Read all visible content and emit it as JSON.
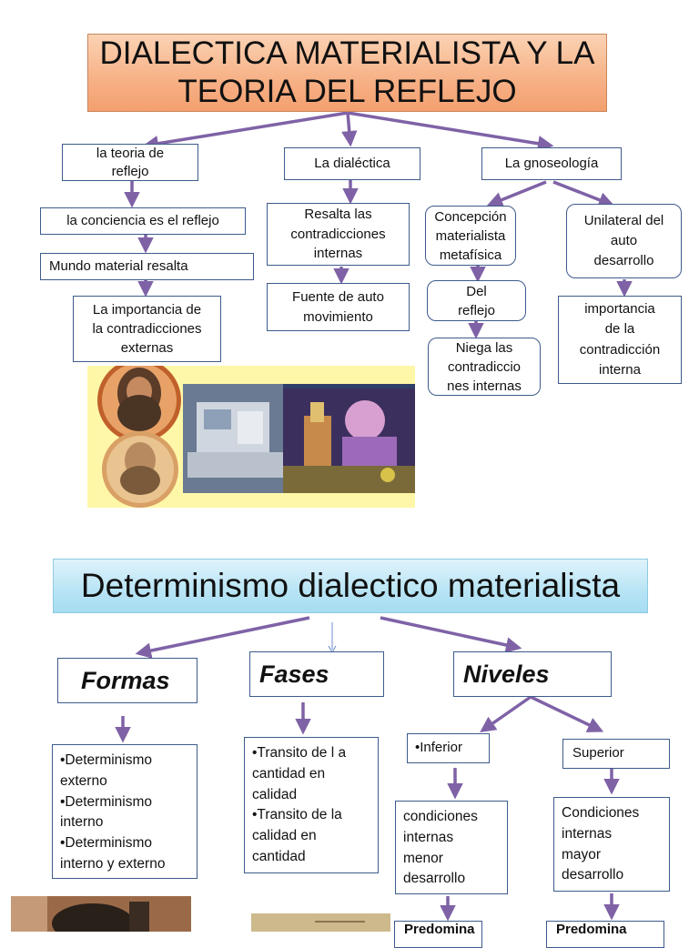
{
  "map1": {
    "title": "DIALECTICA MATERIALISTA Y LA\nTEORIA  DEL REFLEJO",
    "branches": {
      "teoria_reflejo": "la teoria  de\nreflejo",
      "dialectica": "La dialéctica",
      "gnoseologia": "La gnoseología"
    },
    "conciencia": "la  conciencia es el reflejo",
    "mundo": "Mundo material resalta",
    "importancia_externas": "La importancia  de\nla contradicciones\nexternas",
    "resalta": "Resalta las\ncontradicciones\ninternas",
    "fuente": "Fuente de auto\nmovimiento",
    "concepcion": "Concepción\nmaterialista\nmetafísica",
    "del_reflejo": "Del\nreflejo",
    "niega": "Niega las\ncontradiccio\nnes internas",
    "unilateral": "Unilateral del\nauto\ndesarrollo",
    "importancia_interna": "importancia\nde la\ncontradicción\ninterna"
  },
  "map2": {
    "title": "Determinismo dialectico materialista",
    "formas": "Formas",
    "fases": "Fases",
    "niveles": "Niveles",
    "formas_list": "•Determinismo\nexterno\n•Determinismo\ninterno\n•Determinismo\ninterno y externo",
    "fases_list": "•Transito de l a\ncantidad en\ncalidad\n•Transito de la\ncalidad en\ncantidad",
    "inferior": "•Inferior",
    "superior": "Superior",
    "cond_menor": "condiciones\ninternas\nmenor\ndesarrollo",
    "cond_mayor": "Condiciones\ninternas\nmayor\ndesarrollo",
    "predomina_left": "Predomina",
    "predomina_right": "Predomina"
  },
  "colors": {
    "arrow": "#7f62a6",
    "box_border": "#3d5b8c",
    "title1_fill": "#f7b389",
    "title2_fill": "#b8e4f5",
    "photo_bg": "#fff7a8"
  }
}
